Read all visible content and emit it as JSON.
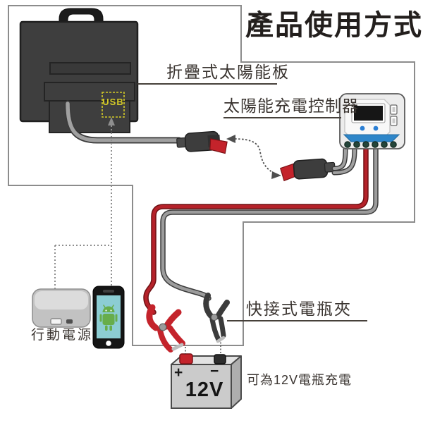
{
  "title": "產品使用方式",
  "components": {
    "solar_panel": {
      "label": "折疊式太陽能板",
      "usb_label": "USB"
    },
    "controller": {
      "label": "太陽能充電控制器"
    },
    "connectors": {
      "icon": "quick-connect-plug-icon"
    },
    "battery_clips": {
      "label": "快接式電瓶夾"
    },
    "battery": {
      "voltage": "12V",
      "plus": "+",
      "minus": "−",
      "note": "可為12V電瓶充電"
    },
    "power_bank": {
      "label": "行動電源"
    },
    "phone": {
      "icon": "android-robot-icon"
    }
  },
  "colors": {
    "panel_dark": "#3e3e3e",
    "usb_yellow": "#d4ca27",
    "wire_red": "#b5222a",
    "wire_gray": "#9c9c9c",
    "controller_blue": "#2e86c9",
    "clip_red": "#c4232b",
    "clip_black": "#3b3b3b",
    "android_green": "#67ad4b",
    "phone_screen_teal": "#8ccdd3",
    "frame_gray": "#8c8c8c"
  }
}
